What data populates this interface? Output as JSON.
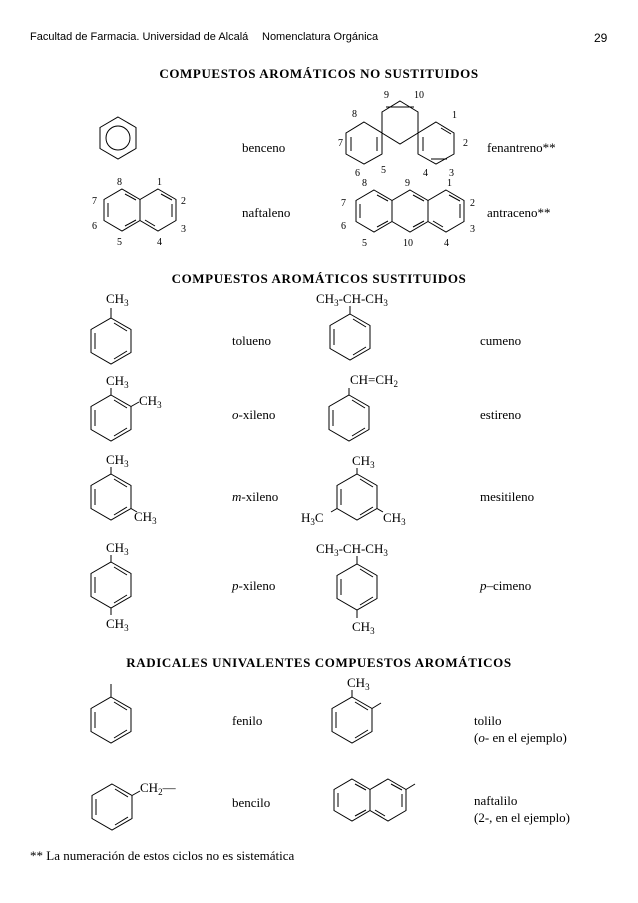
{
  "header": {
    "left": "Facultad de Farmacia. Universidad de Alcalá",
    "center": "Nomenclatura Orgánica",
    "page": "29"
  },
  "sections": {
    "unsubstituted": "COMPUESTOS AROMÁTICOS NO SUSTITUIDOS",
    "substituted": "COMPUESTOS AROMÁTICOS SUSTITUIDOS",
    "radicals": "RADICALES UNIVALENTES COMPUESTOS AROMÁTICOS"
  },
  "compounds": {
    "benceno": "benceno",
    "fenantreno": "fenantreno**",
    "naftaleno": "naftaleno",
    "antraceno": "antraceno**",
    "tolueno": "tolueno",
    "cumeno": "cumeno",
    "oxileno_prefix": "o",
    "oxileno_rest": "-xileno",
    "estireno": "estireno",
    "mxileno_prefix": "m",
    "mxileno_rest": "-xileno",
    "mesitileno": "mesitileno",
    "pxileno_prefix": "p",
    "pxileno_rest": "-xileno",
    "pcimeno_prefix": "p",
    "pcimeno_rest": "–cimeno"
  },
  "radicals": {
    "fenilo": "fenilo",
    "tolilo": "tolilo",
    "tolilo_note_prefix": "(",
    "tolilo_note_italic": "o-",
    "tolilo_note_rest": " en el ejemplo)",
    "bencilo": "bencilo",
    "naftalilo": "naftalilo",
    "naftalilo_note": "(2-, en el ejemplo)"
  },
  "groups": {
    "ch3": "CH",
    "ch3_sub": "3",
    "h3c_h": "H",
    "h3c_sub": "3",
    "h3c_c": "C",
    "isopropyl_a": "CH",
    "isopropyl_sub1": "3",
    "isopropyl_b": "-CH-CH",
    "isopropyl_sub2": "3",
    "vinyl_a": "CH=CH",
    "vinyl_sub": "2",
    "benzyl_a": "CH",
    "benzyl_sub": "2",
    "benzyl_bond": "—"
  },
  "numbering": {
    "fenantreno": [
      "9",
      "10",
      "8",
      "1",
      "7",
      "2",
      "6",
      "5",
      "4",
      "3"
    ],
    "naftaleno": [
      "8",
      "1",
      "7",
      "2",
      "6",
      "3",
      "5",
      "4"
    ],
    "antraceno": [
      "8",
      "9",
      "1",
      "7",
      "2",
      "6",
      "3",
      "5",
      "10",
      "4"
    ]
  },
  "footnote": "** La numeración de estos ciclos no es sistemática"
}
